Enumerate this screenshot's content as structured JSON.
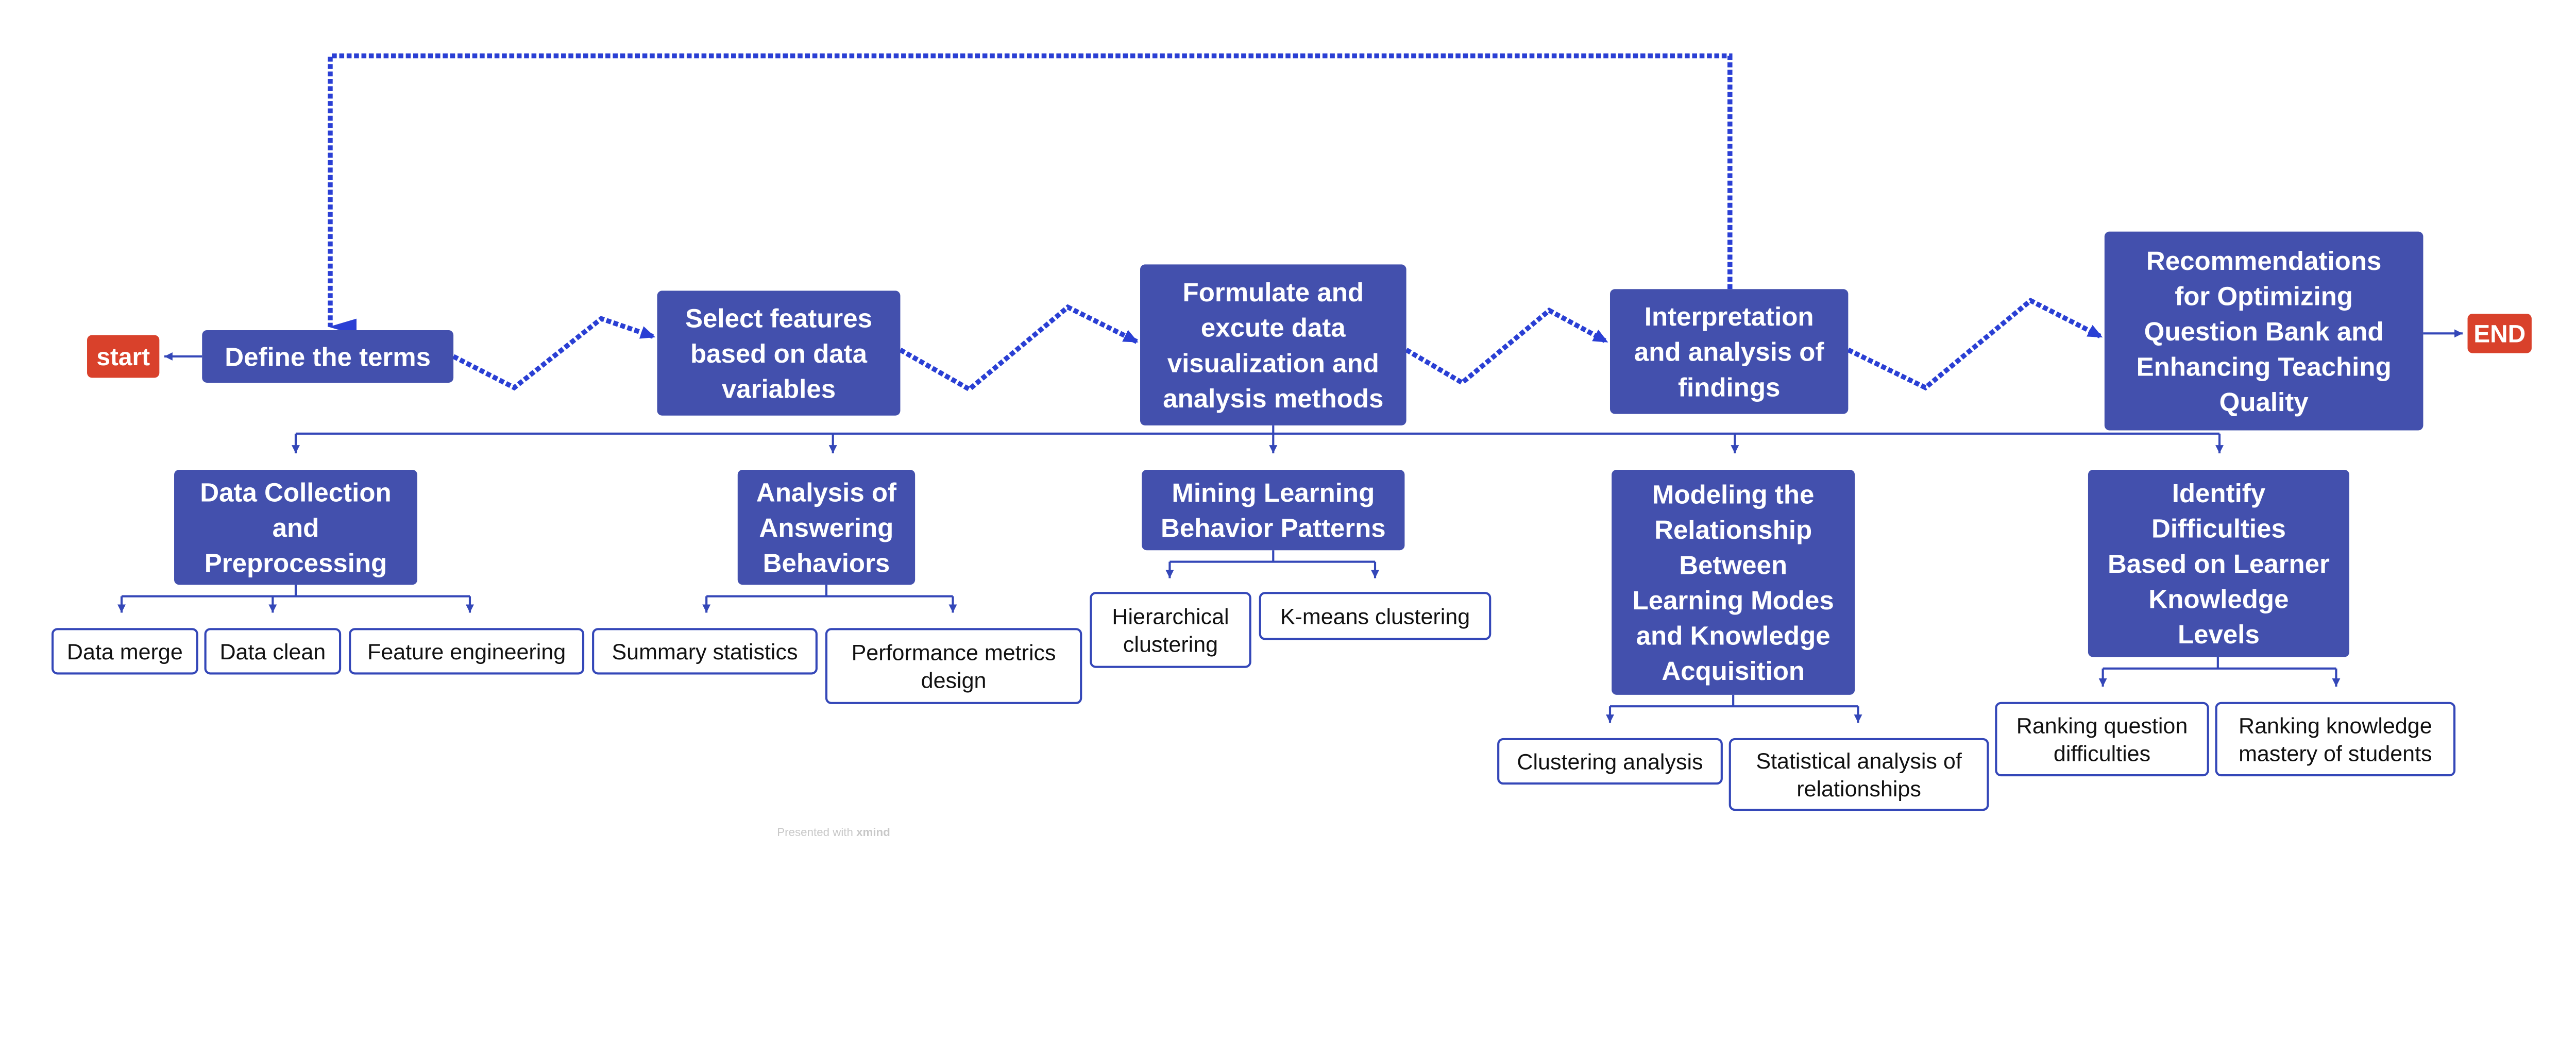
{
  "colors": {
    "node": "#4350ad",
    "terminal": "#d9412b",
    "flow_arrow": "#2a3fd4",
    "connector": "#3447b8",
    "leaf_border": "#3447b8"
  },
  "start": {
    "label": "start"
  },
  "end": {
    "label": "END"
  },
  "main_steps": [
    {
      "id": "define",
      "lines": [
        "Define the terms"
      ]
    },
    {
      "id": "select",
      "lines": [
        "Select features",
        "based on data",
        "variables"
      ]
    },
    {
      "id": "formulate",
      "lines": [
        "Formulate and",
        "excute data",
        "visualization and",
        "analysis methods"
      ]
    },
    {
      "id": "interpret",
      "lines": [
        "Interpretation",
        "and analysis of",
        "findings"
      ]
    },
    {
      "id": "recommend",
      "lines": [
        "Recommendations",
        "for Optimizing",
        "Question Bank and",
        "Enhancing Teaching",
        "Quality"
      ]
    }
  ],
  "subtopics": [
    {
      "id": "collect",
      "lines": [
        "Data Collection",
        "and",
        "Preprocessing"
      ],
      "children": [
        {
          "lines": [
            "Data merge"
          ]
        },
        {
          "lines": [
            "Data clean"
          ]
        },
        {
          "lines": [
            "Feature engineering"
          ]
        }
      ]
    },
    {
      "id": "answering",
      "lines": [
        "Analysis of",
        "Answering",
        "Behaviors"
      ],
      "children": [
        {
          "lines": [
            "Summary statistics"
          ]
        },
        {
          "lines": [
            "Performance metrics",
            "design"
          ]
        }
      ]
    },
    {
      "id": "mining",
      "lines": [
        "Mining Learning",
        "Behavior Patterns"
      ],
      "children": [
        {
          "lines": [
            "Hierarchical",
            "clustering"
          ]
        },
        {
          "lines": [
            "K-means clustering"
          ]
        }
      ]
    },
    {
      "id": "modeling",
      "lines": [
        "Modeling the",
        "Relationship",
        "Between",
        "Learning Modes",
        "and Knowledge",
        "Acquisition"
      ],
      "children": [
        {
          "lines": [
            "Clustering analysis"
          ]
        },
        {
          "lines": [
            "Statistical analysis of",
            "relationships"
          ]
        }
      ]
    },
    {
      "id": "identify",
      "lines": [
        "Identify",
        "Difficulties",
        "Based on Learner",
        "Knowledge",
        "Levels"
      ],
      "children": [
        {
          "lines": [
            "Ranking question",
            "difficulties"
          ]
        },
        {
          "lines": [
            "Ranking knowledge",
            "mastery of students"
          ]
        }
      ]
    }
  ],
  "watermark": {
    "prefix": "Presented with ",
    "brand": "xmind"
  }
}
